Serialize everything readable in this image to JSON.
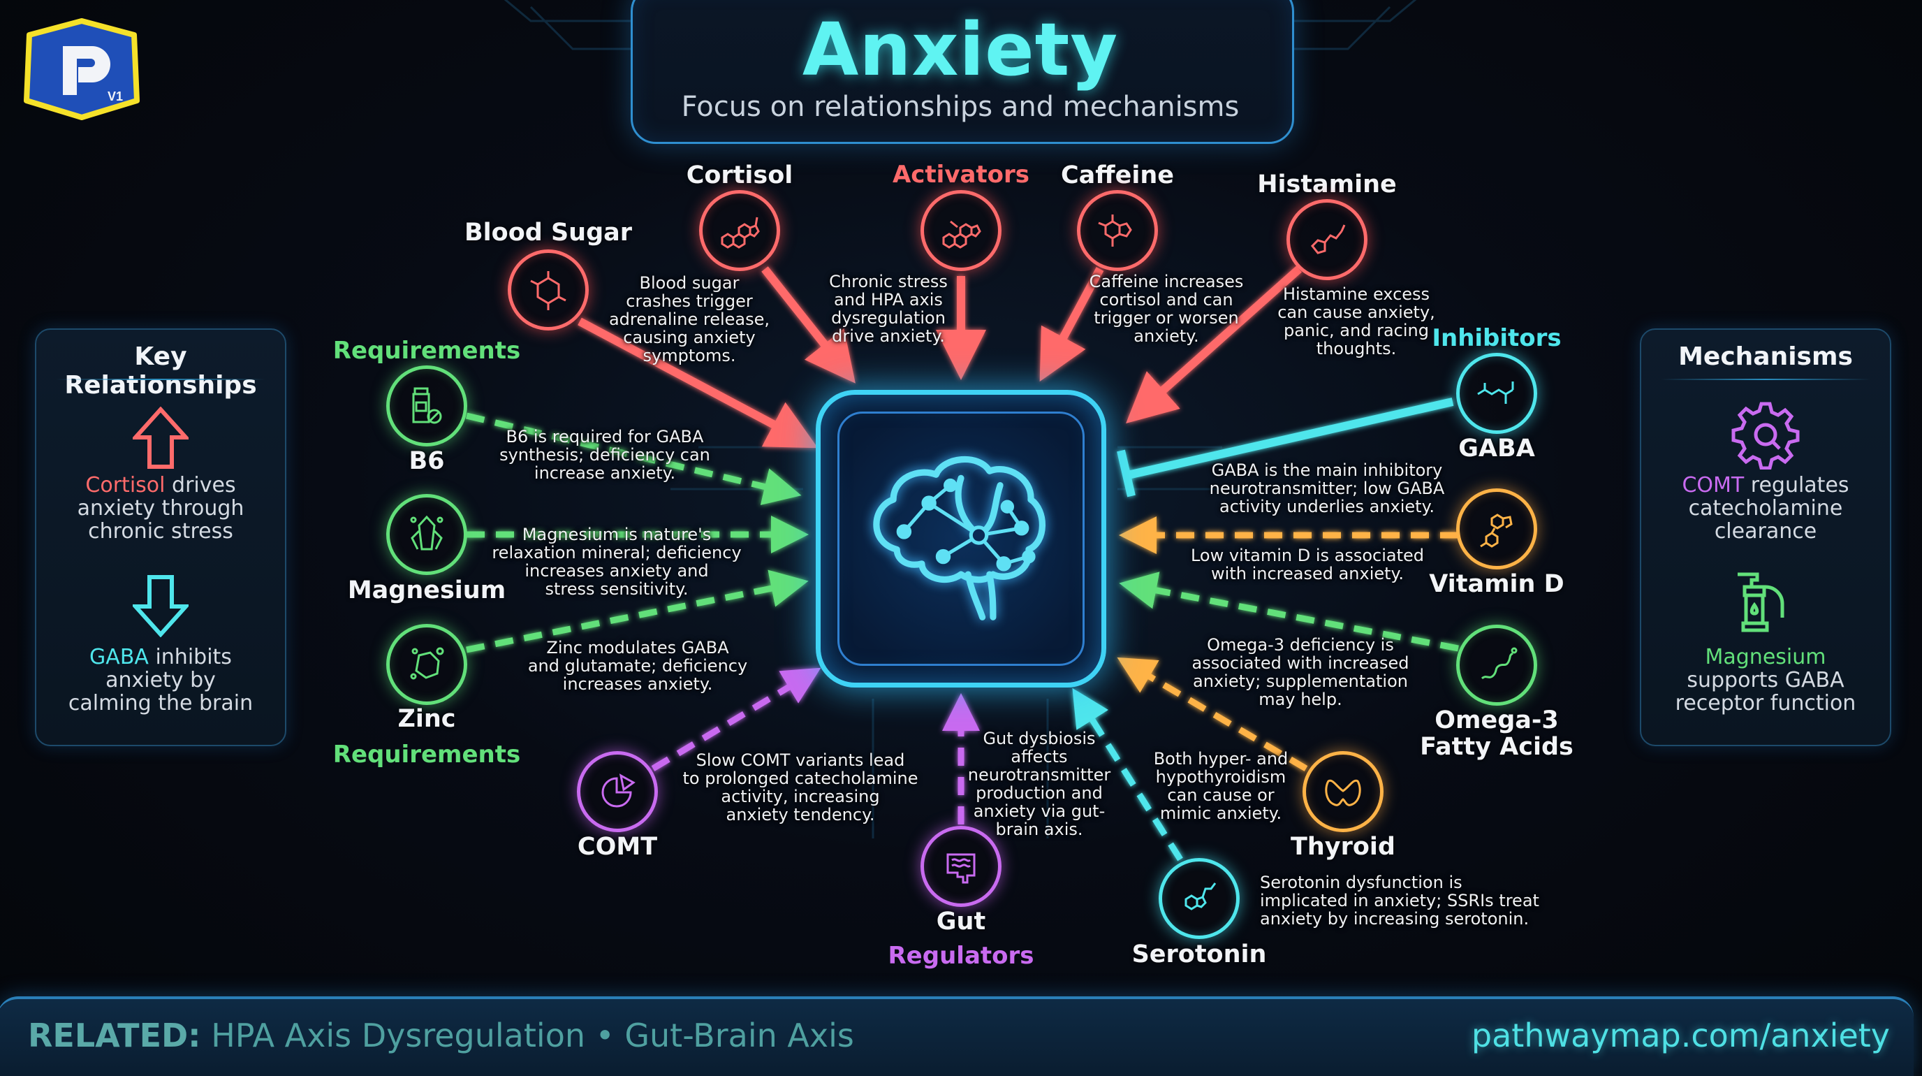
{
  "header": {
    "title": "Anxiety",
    "subtitle": "Focus on relationships and mechanisms",
    "logo_text": "V1"
  },
  "colors": {
    "activator": "#ff6b6b",
    "requirement": "#62e07a",
    "inhibitor": "#4fe6ec",
    "modulator": "#ffb347",
    "regulator": "#c96bf0",
    "title": "#5ff3f2",
    "center": "#3fd3f5"
  },
  "center_node": {
    "label": "Anxiety",
    "icon": "brain-icon"
  },
  "groups": {
    "activators": "Activators",
    "requirements_top": "Requirements",
    "requirements_bottom": "Requirements",
    "inhibitors": "Inhibitors",
    "regulators": "Regulators"
  },
  "nodes": {
    "blood_sugar": {
      "label": "Blood Sugar",
      "icon": "glucose-molecule-icon",
      "desc": [
        "Blood sugar",
        "crashes trigger",
        "adrenaline release,",
        "causing anxiety",
        "symptoms."
      ]
    },
    "cortisol": {
      "label": "Cortisol",
      "icon": "steroid-molecule-icon",
      "desc": []
    },
    "activators": {
      "label": "",
      "icon": "steroid-molecule-icon",
      "desc": [
        "Chronic stress",
        "and HPA axis",
        "dysregulation",
        "drive anxiety."
      ]
    },
    "caffeine": {
      "label": "Caffeine",
      "icon": "caffeine-molecule-icon",
      "desc": [
        "Caffeine increases",
        "cortisol and can",
        "trigger or worsen",
        "anxiety."
      ]
    },
    "histamine": {
      "label": "Histamine",
      "icon": "histamine-molecule-icon",
      "desc": [
        "Histamine excess",
        "can cause anxiety,",
        "panic, and racing",
        "thoughts."
      ]
    },
    "gaba": {
      "label": "GABA",
      "icon": "gaba-molecule-icon",
      "desc": [
        "GABA is the main inhibitory",
        "neurotransmitter; low GABA",
        "activity underlies anxiety."
      ]
    },
    "vitamin_d": {
      "label": "Vitamin D",
      "icon": "vitamin-d-molecule-icon",
      "desc": [
        "Low vitamin D is associated",
        "with increased anxiety."
      ]
    },
    "omega3": {
      "label": "Omega-3",
      "label2": "Fatty Acids",
      "icon": "fatty-acid-chain-icon",
      "desc": [
        "Omega-3 deficiency is",
        "associated with increased",
        "anxiety; supplementation",
        "may help."
      ]
    },
    "thyroid": {
      "label": "Thyroid",
      "icon": "thyroid-gland-icon",
      "desc": [
        "Both hyper- and",
        "hypothyroidism",
        "can cause or",
        "mimic anxiety."
      ]
    },
    "serotonin": {
      "label": "Serotonin",
      "icon": "serotonin-molecule-icon",
      "desc": [
        "Serotonin dysfunction is",
        "implicated in anxiety; SSRIs treat",
        "anxiety by increasing serotonin."
      ]
    },
    "gut": {
      "label": "Gut",
      "icon": "intestine-icon",
      "desc": [
        "Gut dysbiosis",
        "affects",
        "neurotransmitter",
        "production and",
        "anxiety via gut-",
        "brain axis."
      ]
    },
    "comt": {
      "label": "COMT",
      "icon": "enzyme-pie-icon",
      "desc": [
        "Slow COMT variants lead",
        "to prolonged catecholamine",
        "activity, increasing",
        "anxiety tendency."
      ]
    },
    "b6": {
      "label": "B6",
      "icon": "supplement-bottle-icon",
      "desc": [
        "B6 is required for GABA",
        "synthesis; deficiency can",
        "increase anxiety."
      ]
    },
    "magnesium": {
      "label": "Magnesium",
      "icon": "crystal-icon",
      "desc": [
        "Magnesium is nature's",
        "relaxation mineral; deficiency",
        "increases anxiety and",
        "stress sensitivity."
      ]
    },
    "zinc": {
      "label": "Zinc",
      "icon": "mineral-rock-icon",
      "desc": [
        "Zinc modulates GABA",
        "and glutamate; deficiency",
        "increases anxiety."
      ]
    }
  },
  "key_relationships": {
    "title": "Key Relationships",
    "items": [
      {
        "icon": "arrow-up-icon",
        "highlight": "Cortisol",
        "rest_line1": " drives",
        "line2": "anxiety through",
        "line3": "chronic stress",
        "color": "#ff6b6b"
      },
      {
        "icon": "arrow-down-icon",
        "highlight": "GABA",
        "rest_line1": " inhibits",
        "line2": "anxiety by",
        "line3": "calming the brain",
        "color": "#4fe6ec"
      }
    ]
  },
  "mechanisms": {
    "title": "Mechanisms",
    "items": [
      {
        "icon": "gear-icon",
        "highlight": "COMT",
        "rest_line1": " regulates",
        "line2": "catecholamine",
        "line3": "clearance",
        "color": "#c96bf0"
      },
      {
        "icon": "pump-bottle-icon",
        "highlight": "Magnesium",
        "rest_line1": "",
        "line2": "supports GABA",
        "line3": "receptor function",
        "color": "#62e07a"
      }
    ]
  },
  "footer": {
    "related_label": "RELATED:",
    "related_items": "HPA Axis Dysregulation • Gut-Brain Axis",
    "url": "pathwaymap.com/anxiety"
  }
}
